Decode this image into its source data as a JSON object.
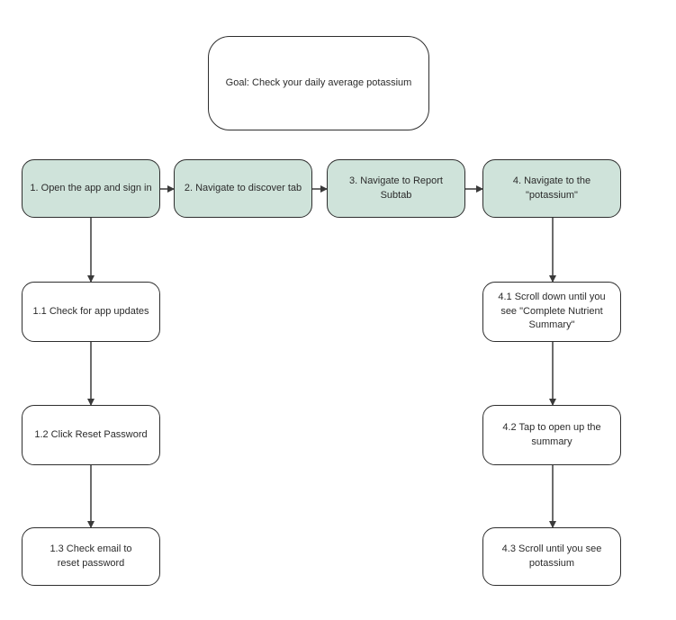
{
  "nodes": {
    "goal": "Goal: Check your daily average potassium",
    "step1": "1. Open the app and sign in",
    "step2": "2. Navigate to discover tab",
    "step3": "3. Navigate to Report Subtab",
    "step4": "4. Navigate to the \"potassium\"",
    "step1_1": "1.1 Check for app updates",
    "step1_2": "1.2 Click Reset Password",
    "step1_3": "1.3 Check email to reset password",
    "step4_1": "4.1 Scroll down until you see \"Complete Nutrient Summary\"",
    "step4_2": "4.2 Tap to open up the summary",
    "step4_3": "4.3 Scroll until you see potassium"
  },
  "colors": {
    "step_fill": "#cfe3da",
    "border": "#2e2e2e",
    "arrow": "#3a3a3a"
  }
}
